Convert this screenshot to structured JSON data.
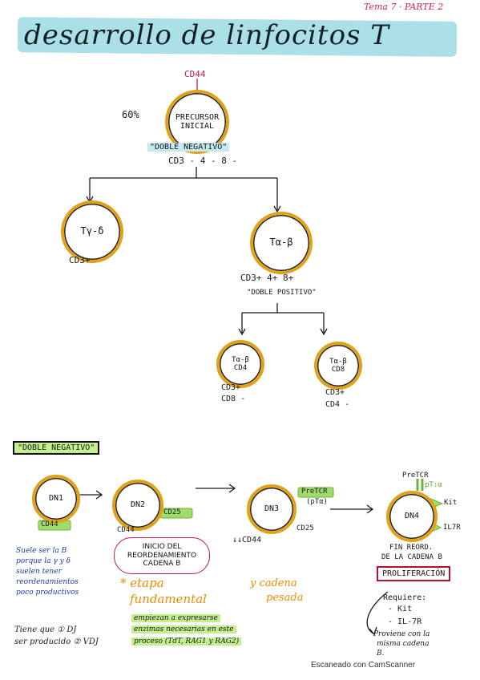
{
  "header": {
    "corner_note": "Tema 7 · PARTE 2",
    "title": "desarrollo de linfocitos T"
  },
  "top_cell": {
    "marker": "CD44",
    "percent": "60%",
    "label": "PRECURSOR INICIAL",
    "label_quote": "\"DOBLE NEGATIVO\"",
    "markers": "CD3 - 4 - 8 -"
  },
  "gd_cell": {
    "label": "Tγ-δ",
    "markers": "CD3+"
  },
  "ab_cell": {
    "label": "Tα-β",
    "markers": "CD3+ 4+ 8+",
    "quote": "\"DOBLE POSITIVO\""
  },
  "cd4_cell": {
    "label_1": "Tα-β",
    "label_2": "CD4",
    "markers_1": "CD3+",
    "markers_2": "CD8 -"
  },
  "cd8_cell": {
    "label_1": "Tα-β",
    "label_2": "CD8",
    "markers_1": "CD3+",
    "markers_2": "CD4 -"
  },
  "dn_section": {
    "heading": "\"DOBLE NEGATIVO\"",
    "dn1": {
      "label": "DN1",
      "marker": "CD44"
    },
    "dn2": {
      "label": "DN2",
      "marker_1": "CD25",
      "marker_2": "CD44"
    },
    "dn3": {
      "label": "DN3",
      "marker_1": "PreTCR",
      "marker_2": "(pTα)",
      "marker_3": "CD25",
      "marker_4": "↓↓CD44"
    },
    "dn4": {
      "label": "DN4",
      "marker_1": "PreTCR",
      "marker_2": "pT:α",
      "marker_3": "Kit",
      "marker_4": "IL7R"
    },
    "speech": "INICIO DEL REORDENAMIENTO CADENA B",
    "dn4_note_1": "FIN REORD.",
    "dn4_note_2": "DE LA CADENA B",
    "proliferation": "PROLIFERACIÓN",
    "requires_heading": "Requiere:",
    "requires_1": "- Kit",
    "requires_2": "- IL-7R",
    "requires_note_1": "Proviene con la",
    "requires_note_2": "misma cadena",
    "requires_note_3": "B.",
    "left_note_1": "Suele ser la B",
    "left_note_2": "porque la γ y δ",
    "left_note_3": "suelen tener",
    "left_note_4": "reordenamientos",
    "left_note_5": "poco productivos",
    "stage_1": "* etapa",
    "stage_2": "fundamental",
    "stage_3": "y cadena",
    "stage_4": "pesada",
    "green_1": "empiezan a expresarse",
    "green_2": "enzimas necesarias en este",
    "green_3": "proceso (TdT, RAG1 y RAG2)",
    "bottom_1": "Tiene que ① DJ",
    "bottom_2": "ser producido ② VDJ"
  },
  "footer": "Escaneado con CamScanner"
}
